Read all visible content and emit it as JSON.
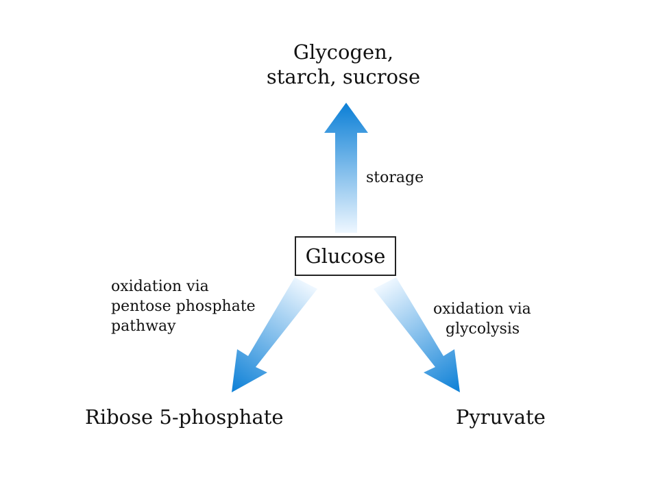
{
  "products": {
    "top": [
      "Glycogen,",
      "starch, sucrose"
    ],
    "left": "Ribose 5-phosphate",
    "right": "Pyruvate"
  },
  "center": "Glucose",
  "processes": {
    "up": "storage",
    "left": [
      "oxidation via",
      "pentose phosphate",
      "pathway"
    ],
    "right": [
      "oxidation via",
      "glycolysis"
    ]
  },
  "colors": {
    "arrow_dark": "#0b7fd6",
    "arrow_light": "#eef7ff"
  }
}
